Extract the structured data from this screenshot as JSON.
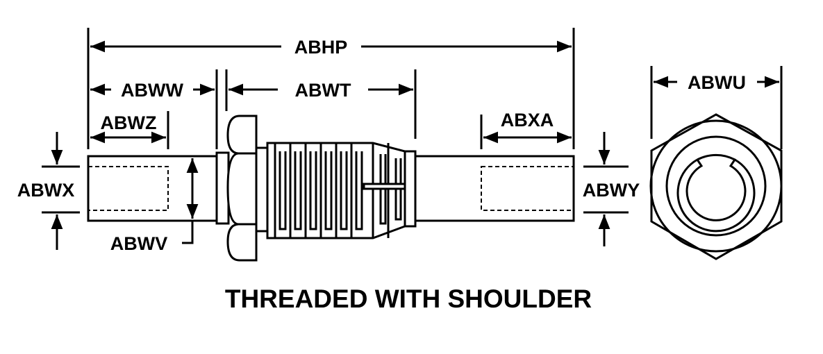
{
  "title": "THREADED WITH SHOULDER",
  "dimensions": {
    "abhp": "ABHP",
    "abww": "ABWW",
    "abwt": "ABWT",
    "abwz": "ABWZ",
    "abxa": "ABXA",
    "abwx": "ABWX",
    "abwv": "ABWV",
    "abwy": "ABWY",
    "abwu": "ABWU"
  }
}
